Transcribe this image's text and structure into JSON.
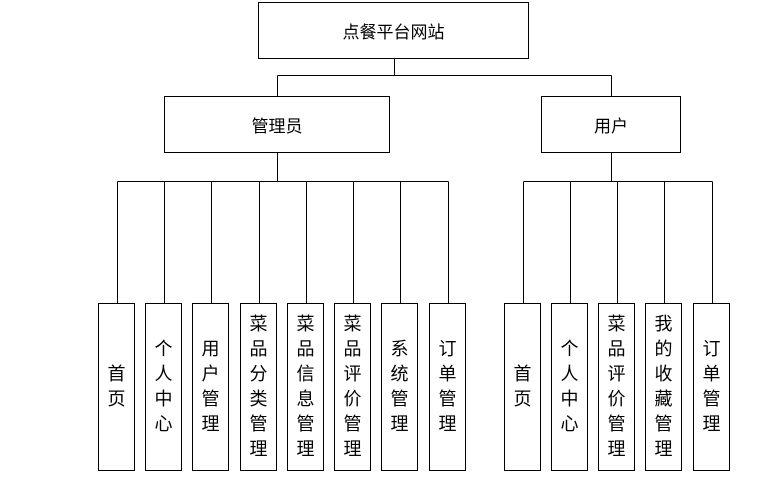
{
  "root": {
    "label": "点餐平台网站"
  },
  "branches": [
    {
      "label": "管理员",
      "children": [
        "首页",
        "个人中心",
        "用户管理",
        "菜品分类管理",
        "菜品信息管理",
        "菜品评价管理",
        "系统管理",
        "订单管理"
      ]
    },
    {
      "label": "用户",
      "children": [
        "首页",
        "个人中心",
        "菜品评价管理",
        "我的收藏管理",
        "订单管理"
      ]
    }
  ]
}
